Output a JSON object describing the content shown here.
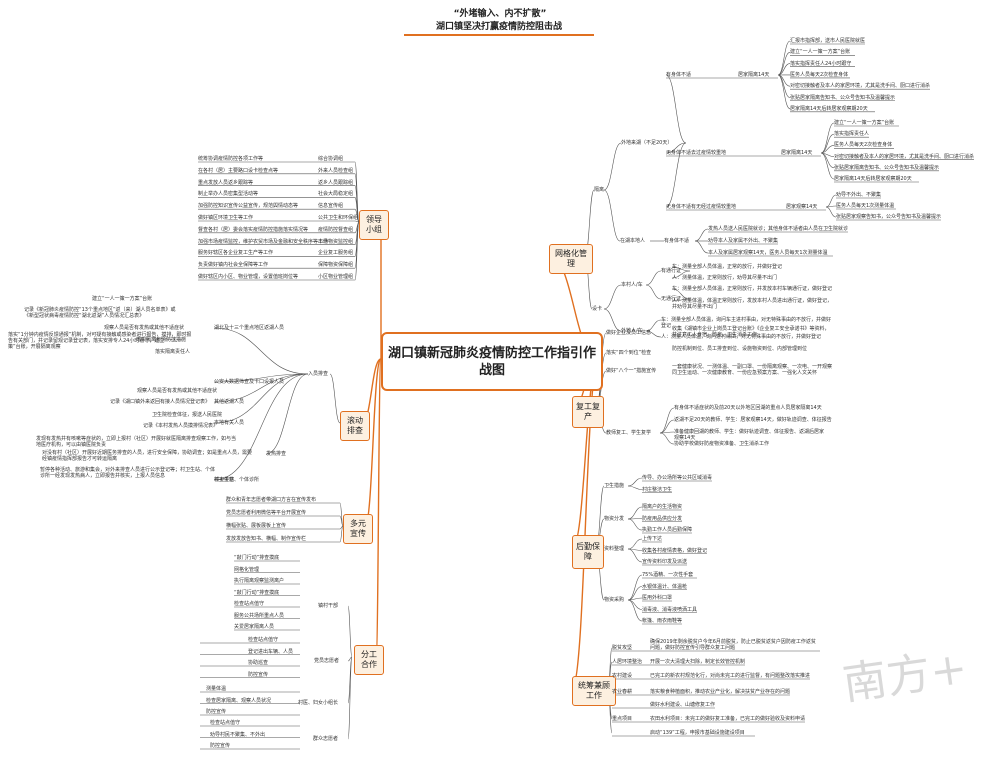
{
  "title": {
    "line1": "“外堵输入、内不扩散”",
    "line2": "湖口镇坚决打赢疫情防控阻击战"
  },
  "center": "湖口镇新冠肺炎疫情防控工作指引作战图",
  "watermark": "南方+",
  "left": {
    "leader_group": {
      "label": "领导小组",
      "items": [
        {
          "a": "统筹协调疫情防控各项工作等",
          "b": "综合协调组"
        },
        {
          "a": "在各村（居）主要路口设卡检查点等",
          "b": "外来人员检查组"
        },
        {
          "a": "重点发放人员返乡跟踪等",
          "b": "返乡人员跟踪组"
        },
        {
          "a": "制止举办人员密集型活动等",
          "b": "社会大局稳定组"
        },
        {
          "a": "加强防控知识宣传公益宣传，规范舆情动态等",
          "b": "信息宣传组"
        },
        {
          "a": "做好镇区环境卫生等工作",
          "b": "公共卫生和环保组"
        },
        {
          "a": "督查各村（居）委会落实疫情防控措施落实情况等",
          "b": "疫情防控督查组"
        },
        {
          "a": "加强市场疫情监控，维护农贸市场及金融和安全秩序等工作",
          "b": "市场物资监控组"
        },
        {
          "a": "服务好辖区各企业复工生产等工作",
          "b": "企业复工服务组"
        },
        {
          "a": "负责做好镇内社会全保障等工作",
          "b": "保障物资保障组"
        },
        {
          "a": "做好辖区内小区、物业管理，设置值班岗位等",
          "b": "小区物业管理组"
        }
      ]
    },
    "rolling": {
      "label": "滚动排查",
      "entry": "入员排查",
      "groups": [
        {
          "head": "湖北及十三个重点地区返湖人员",
          "notes": [
            "建立“一人一策一方案”台账",
            "记录《新冠肺炎疫情防控“13个重点地区”返（来）湖人员名单表》或《新型冠状病毒疫情防控“湖北返湖”人员情况汇总表》",
            "观察人员是否有发热或其他不适症状",
            "落实隔离疫情防控措施",
            "落实隔离责任人"
          ]
        },
        {
          "head": "公安大数据筛查及卡口设报人员",
          "notes": [
            "落实“1分钟内疫情反馈通报”机制，对可疑有接触或感染者进行报告，摸排，即时报告有关部门，并记录留观记录登记表，落实安排专人24小时看守，建立“一人一策”台账，开展隔离观察"
          ]
        },
        {
          "head": "其他返湖人员",
          "notes": [
            "观察人员是否有发热或其他不适症状",
            "记录《湖口镇外来返回有接人员情况登记表》"
          ]
        },
        {
          "head": "本地有关人员",
          "notes": [
            "卫生院检查体征，报送人民医院",
            "记录《本村发热人员摸排情况表》"
          ]
        },
        {
          "head": "发热排查",
          "notes": [
            "发现有发热并有咳嗽等症状的，立即上报村（社区）开展好就医隔离排查观察工作，如与当地医疗机构，可以由镇医院负责",
            "对没有村（社区）开展好近期医务排查的人员，进行安全保障，协助调查；如是重点人员，需要经镇疫情指挥部报告才可转运隔离"
          ]
        },
        {
          "head": "核实排查",
          "notes": [
            "暂停各种活动、旅游和集会，对外来排查人员进行公示登记等；村卫生站、个体诊所一经发现发热病人，立即报告并核实，上报人员信息",
            "村卫生站、个体诊所"
          ]
        }
      ]
    },
    "publicity": {
      "label": "多元宣传",
      "items": [
        "群众和青年志愿者带湖口方言在宣传发布",
        "党员志愿者利用微信等平台开展宣传",
        "横幅张贴、展板展板上宣传",
        "发放发放告知书、横幅、制作宣传栏"
      ]
    },
    "division": {
      "label": "分工合作",
      "groups": [
        {
          "head": "镇村干部",
          "items": [
            "“敲门行动”排查摸底",
            "网格化管理",
            "执行隔离观察监测离户",
            "“敲门行动”排查摸底",
            "检查站点值守",
            "服务公共场所重点人员",
            "关爱居家隔离人员"
          ]
        },
        {
          "head": "党员志愿者",
          "items": [
            "检查站点值守",
            "登记进出车辆、人员",
            "协助巡查",
            "防控宣传"
          ]
        },
        {
          "head": "村医、妇女小组长",
          "items": [
            "测量体温",
            "检查居家隔离、观察人员状况",
            "防控宣传"
          ]
        },
        {
          "head": "群众志愿者",
          "items": [
            "检查站点值守",
            "劝导村民不聚集、不外出",
            "防控宣传"
          ]
        }
      ]
    }
  },
  "right": {
    "grid": {
      "label": "网格化管理",
      "isolation": {
        "label": "隔离",
        "outsider": "外地来湖（不足20天）",
        "groups": [
          {
            "head": "有身体不适",
            "sub": "居家隔离14天",
            "items": [
              "汇报市指挥部，送市人民医院就医",
              "建立“一人一策一方案”台账",
              "落实指挥责任人24小时跟守",
              "医务人员每天2次检查身体",
              "对密切接触者及本人的家居环境，尤其是洗手间、厨口进行消杀",
              "张贴居家隔离告知书、公众号告知书及温馨提示",
              "居家隔离14天后转居家观察期20天"
            ]
          },
          {
            "head": "无身体不适去过疫情较重地",
            "sub": "居家隔离14天",
            "items": [
              "建立“一人一策一方案”台账",
              "落实指挥责任人",
              "医务人员每天2次检查身体",
              "对密切接触者及本人的家居环境，尤其是洗手间、厨口进行消杀",
              "张贴居家隔离告知书、公众号告知书及温馨提示",
              "居家隔离14天后转居家观察期20天"
            ]
          },
          {
            "head": "无身体不适有无经过疫情较重地",
            "sub": "居家观察14天",
            "items": [
              "劝导不外出、不聚集",
              "医务人员每天1次测量体温",
              "张贴居家观察告知书，公众号告知书及温馨提示"
            ]
          }
        ],
        "local": {
          "head": "在湖本地人",
          "sub": "有身体不适",
          "items": [
            "发热人员送人民医院就诊；其他身体不适者由人员在卫生院就诊",
            "劝导本人及家属不外出、不聚集",
            "本人及家属居家观察14天，医务人员每天1次测量体温"
          ]
        }
      },
      "checkpoint": {
        "label": "设卡",
        "local_car": {
          "head": "本村人/车",
          "a": "有通行证",
          "b": "无通行证",
          "items": [
            "车：测量全部人员体温，正常的放行，并做好登记",
            "人：测量体温，正常则放行，劝导其尽量不出门",
            "车：测量全部人员体温，正常则放行，并发放本村车辆通行证，做好登记",
            "人：测量体温，体温正常则放行，发放本村人员进出通行证，做好登记，并劝导其尽量不出门"
          ]
        },
        "outside_car": {
          "head": "外地人/车",
          "items": [
            "车：测量全部人员体温，询问车主进村事由，对无特殊事由的不放行，并做好登记",
            "人：测量人员体温，询问进村缘由，对无特殊事由的不放行，并做好登记"
          ]
        }
      }
    },
    "resume": {
      "label": "复工复产",
      "items": [
        {
          "head": "做好企业及员工信息",
          "note": "收集《湖镇市企业上岗员工登记台账》《企业复工安全承诺书》等资料，并注意工人食宿、防疫，卫生消杀工作"
        },
        {
          "head": "落实“四个到位”检查",
          "note": "防控机制到位、员工排查到位、设施物资到位、内部管理到位"
        },
        {
          "head": "做好“八个一”措施宣传",
          "note": "一套健康状况、一测体温、一副口罩、一份隔离观察、一次电、一开观察同卫生运动、一次健康教育、一份应急预案方案、一强化人文关怀"
        },
        {
          "head": "教师复工、学生复学",
          "notes": [
            "有身体不适症状的及前20天以外地区回湖的重点人员居家隔离14天",
            "返湖不足20天的教师、学生：居家观察14天，做好轨迹调查、体征报告",
            "准备健康回湖的教师、学生：做好轨迹调查、体征报告、返湖后居家观察14天",
            "协助学校做好防疫物资准备、卫生消杀工作"
          ]
        }
      ]
    },
    "logistics": {
      "label": "后勤保障",
      "groups": [
        {
          "head": "卫生措施",
          "items": [
            "传导、办公场所等公共区域消毒",
            "村庄整洁卫生"
          ]
        },
        {
          "head": "物资分发",
          "items": [
            "隔离户的生活物资",
            "防疫用品供应分发",
            "执勤工作人员后勤保障"
          ]
        },
        {
          "head": "资料整理",
          "items": [
            "上传下达",
            "收集各村疫情表格，做好登记",
            "宣传资料印发及派送"
          ]
        },
        {
          "head": "物资采购",
          "items": [
            "75%酒精、一次性手套",
            "水银体温计、体温枪",
            "医用外科口罩",
            "消毒液、消毒液喷洒工具",
            "帐篷、雨衣雨鞋等"
          ]
        }
      ]
    },
    "overall": {
      "label": "统筹兼顾工作",
      "items": [
        {
          "head": "脱贫攻坚",
          "note": "确保2019年剩余脱贫户今年6月前脱贫，防止已脱贫返贫户因防疫工作返贫问题，做好防控宣传引导群众复工问题"
        },
        {
          "head": "人居环境整治",
          "note": "开展一次大清理大扫除，制定长效管控机制"
        },
        {
          "head": "农村建设",
          "note": "已完工的新农村规范化行，对尚未完工的进行监督，有问题整改落实推进"
        },
        {
          "head": "农业春耕",
          "note": "落实粮食种植面积，推动农业产业化，解决扶贫产业存在的问题"
        },
        {
          "head": "",
          "note": "做好水利建设、山塘修复工作"
        },
        {
          "head": "重点项目",
          "note": "农田水利项目：未完工的做好复工准备，已完工的做好验收及资料申请"
        },
        {
          "head": "",
          "note": "启动“139”工程，申报市基础设施建设项目"
        }
      ]
    }
  },
  "colors": {
    "accent": "#e07020",
    "main_fill": "#fdf0e0",
    "line": "#555555"
  }
}
